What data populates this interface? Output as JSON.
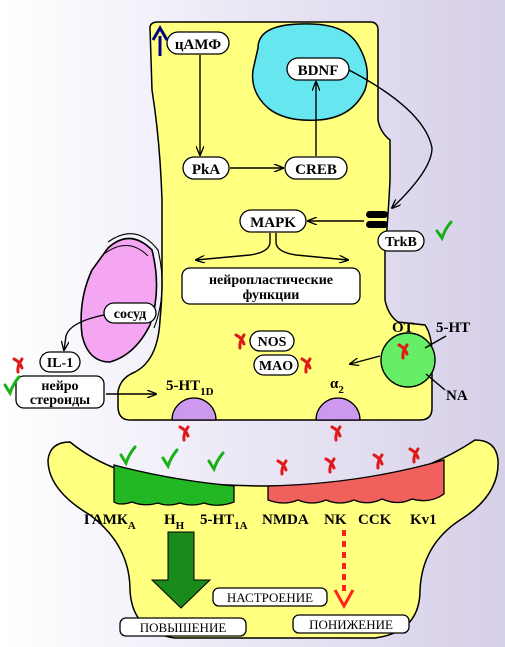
{
  "cell": {
    "camp": "цАМФ",
    "bdnf": "BDNF",
    "pka": "PkA",
    "creb": "CREB",
    "mapk": "MAPK",
    "trkb": "TrkB",
    "neuroplastic_line1": "нейропластические",
    "neuroplastic_line2": "функции",
    "nos": "NOS",
    "mao": "MAO",
    "receptor_5ht1d": "5-HT",
    "receptor_5ht1d_sub": "1D",
    "receptor_alpha2": "α",
    "receptor_alpha2_sub": "2"
  },
  "left": {
    "vessel": "сосуд",
    "il1": "IL-1",
    "neurosteroids_line1": "нейро",
    "neurosteroids_line2": "стероиды"
  },
  "right": {
    "ot": "ОТ",
    "serotonin": "5-HT",
    "na": "NA"
  },
  "postsynaptic": {
    "gaba": "ГАМК",
    "gaba_sub": "А",
    "h": "H",
    "h_sub": "H",
    "ht1a": "5-HT",
    "ht1a_sub": "1A",
    "nmda": "NMDA",
    "nk": "NK",
    "cck": "CCK",
    "kv1": "Kv1"
  },
  "outcomes": {
    "mood": "НАСТРОЕНИЕ",
    "increase": "ПОВЫШЕНИЕ",
    "decrease": "ПОНИЖЕНИЕ"
  },
  "colors": {
    "cell": "#ffff80",
    "nucleus": "#66e6ee",
    "vessel": "#f5a6f2",
    "green_region": "#23b823",
    "red_region": "#f0605c",
    "receptor": "#cc99ee",
    "ot_circle": "#66ee66",
    "checkmark": "#18b018",
    "cross": "#e01818",
    "dark_green_arrow": "#1a8a1a",
    "red_dashed": "#ff2020",
    "up_arrow": "#000080"
  }
}
